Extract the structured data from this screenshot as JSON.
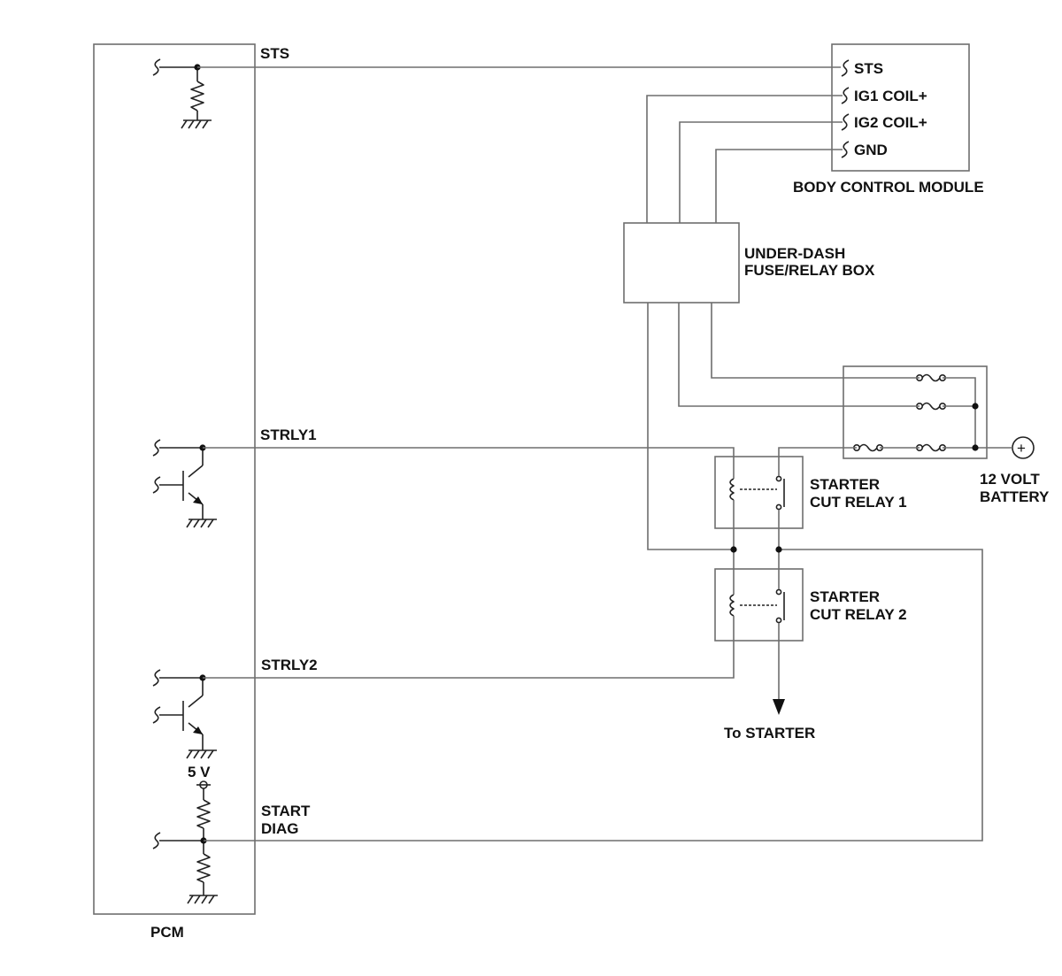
{
  "components": {
    "pcm": "PCM",
    "bcm": "BODY CONTROL MODULE",
    "fuse_box": [
      "UNDER-DASH",
      "FUSE/RELAY BOX"
    ],
    "relay1": [
      "STARTER",
      "CUT RELAY 1"
    ],
    "relay2": [
      "STARTER",
      "CUT RELAY 2"
    ],
    "battery": [
      "12 VOLT",
      "BATTERY"
    ]
  },
  "pcm_terminals": {
    "sts": "STS",
    "strly1": "STRLY1",
    "strly2": "STRLY2",
    "start_diag": [
      "START",
      "DIAG"
    ],
    "supply": "5 V"
  },
  "bcm_terminals": {
    "sts": "STS",
    "ig1": "IG1 COIL+",
    "ig2": "IG2 COIL+",
    "gnd": "GND"
  },
  "outputs": {
    "to_starter": "To STARTER"
  },
  "symbols": {
    "battery_terminal": "+"
  },
  "icons": {
    "ground": "ground-icon",
    "resistor": "resistor-icon",
    "transistor": "transistor-icon",
    "fuse": "fuse-icon",
    "relay_coil": "relay-coil-icon",
    "relay_switch": "relay-switch-icon",
    "connector": "connector-icon"
  },
  "colors": {
    "wire": "#6e6e6e",
    "symbol": "#222222",
    "text": "#111111",
    "background": "#ffffff"
  }
}
